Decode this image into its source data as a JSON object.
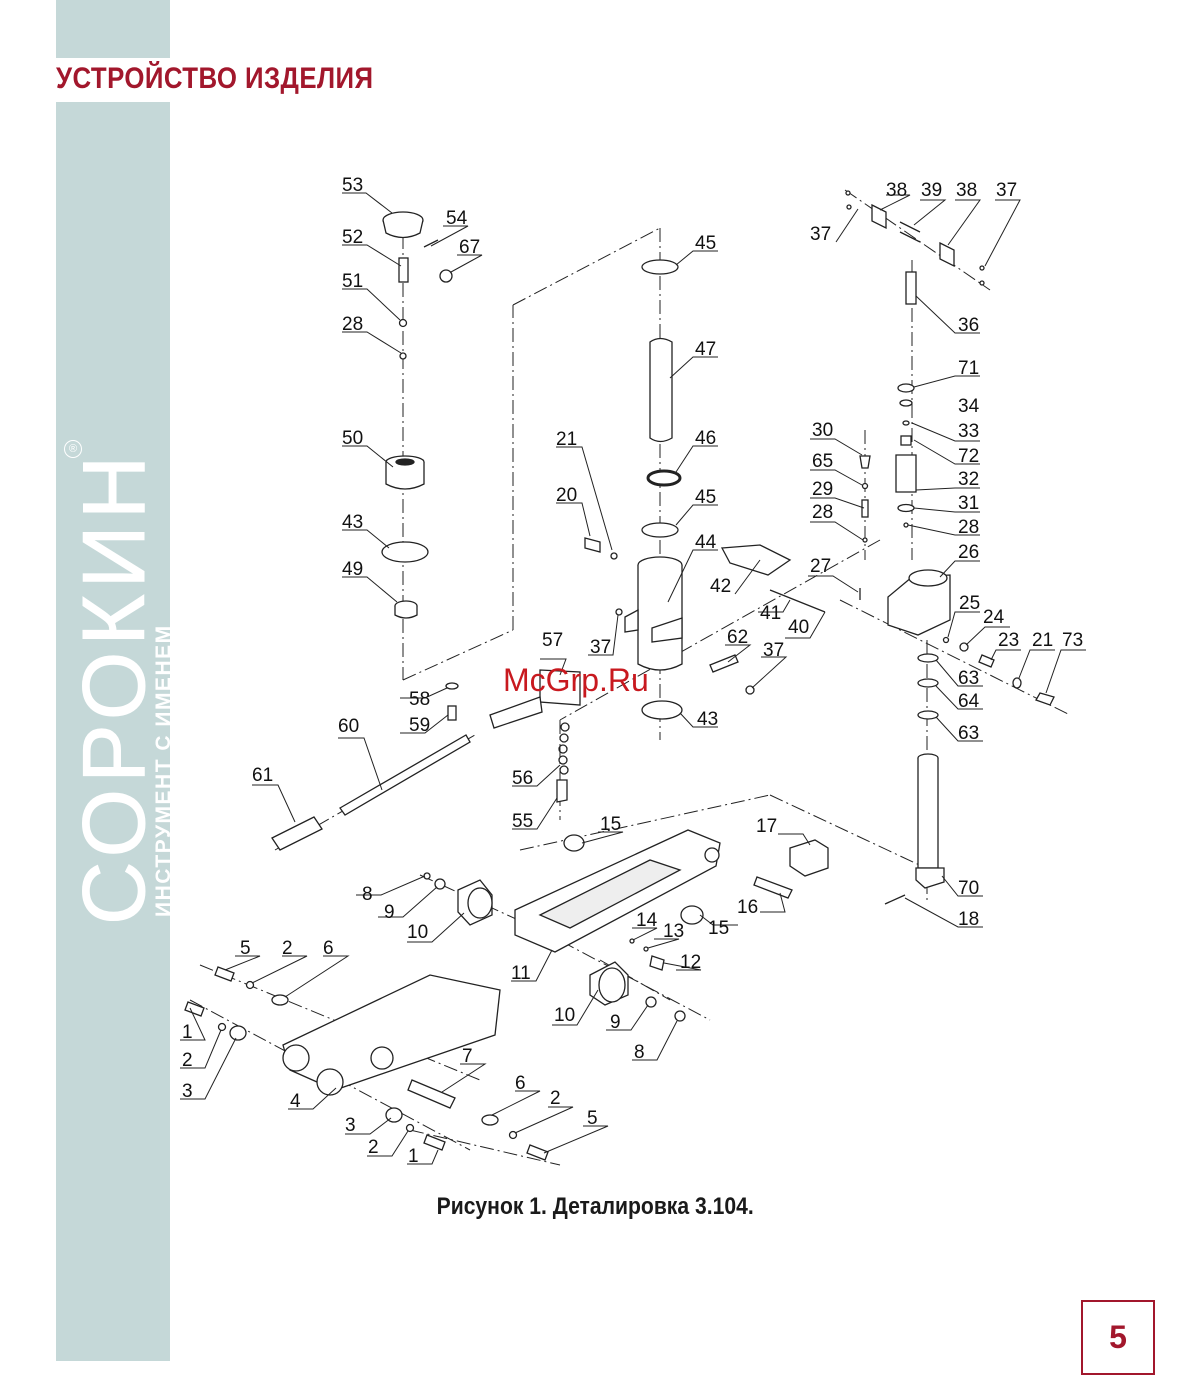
{
  "header": {
    "title": "УСТРОЙСТВО ИЗДЕЛИЯ"
  },
  "brand": {
    "name": "СОРОКИН",
    "tagline": "ИНСТРУМЕНТ С ИМЕНЕМ",
    "registered": "®"
  },
  "watermark": "McGrp.Ru",
  "figure": {
    "caption": "Рисунок 1. Деталировка 3.104.",
    "callouts": [
      {
        "id": "c53",
        "text": "53"
      },
      {
        "id": "c54",
        "text": "54"
      },
      {
        "id": "c52",
        "text": "52"
      },
      {
        "id": "c67",
        "text": "67"
      },
      {
        "id": "c51",
        "text": "51"
      },
      {
        "id": "c28a",
        "text": "28"
      },
      {
        "id": "c50",
        "text": "50"
      },
      {
        "id": "c43a",
        "text": "43"
      },
      {
        "id": "c49",
        "text": "49"
      },
      {
        "id": "c45a",
        "text": "45"
      },
      {
        "id": "c47",
        "text": "47"
      },
      {
        "id": "c46",
        "text": "46"
      },
      {
        "id": "c45b",
        "text": "45"
      },
      {
        "id": "c21a",
        "text": "21"
      },
      {
        "id": "c20",
        "text": "20"
      },
      {
        "id": "c44",
        "text": "44"
      },
      {
        "id": "c42",
        "text": "42"
      },
      {
        "id": "c37a",
        "text": "37"
      },
      {
        "id": "c57",
        "text": "57"
      },
      {
        "id": "c41",
        "text": "41"
      },
      {
        "id": "c40",
        "text": "40"
      },
      {
        "id": "c62",
        "text": "62"
      },
      {
        "id": "c37b",
        "text": "37"
      },
      {
        "id": "c43b",
        "text": "43"
      },
      {
        "id": "c58",
        "text": "58"
      },
      {
        "id": "c59",
        "text": "59"
      },
      {
        "id": "c60",
        "text": "60"
      },
      {
        "id": "c61",
        "text": "61"
      },
      {
        "id": "c56",
        "text": "56"
      },
      {
        "id": "c55",
        "text": "55"
      },
      {
        "id": "c38a",
        "text": "38"
      },
      {
        "id": "c39",
        "text": "39"
      },
      {
        "id": "c38b",
        "text": "38"
      },
      {
        "id": "c37c",
        "text": "37"
      },
      {
        "id": "c37d",
        "text": "37"
      },
      {
        "id": "c36",
        "text": "36"
      },
      {
        "id": "c71",
        "text": "71"
      },
      {
        "id": "c34",
        "text": "34"
      },
      {
        "id": "c33",
        "text": "33"
      },
      {
        "id": "c72",
        "text": "72"
      },
      {
        "id": "c32",
        "text": "32"
      },
      {
        "id": "c31",
        "text": "31"
      },
      {
        "id": "c28b",
        "text": "28"
      },
      {
        "id": "c30",
        "text": "30"
      },
      {
        "id": "c65",
        "text": "65"
      },
      {
        "id": "c29",
        "text": "29"
      },
      {
        "id": "c28c",
        "text": "28"
      },
      {
        "id": "c26",
        "text": "26"
      },
      {
        "id": "c27",
        "text": "27"
      },
      {
        "id": "c25",
        "text": "25"
      },
      {
        "id": "c24",
        "text": "24"
      },
      {
        "id": "c23",
        "text": "23"
      },
      {
        "id": "c21b",
        "text": "21"
      },
      {
        "id": "c73",
        "text": "73"
      },
      {
        "id": "c63a",
        "text": "63"
      },
      {
        "id": "c64",
        "text": "64"
      },
      {
        "id": "c63b",
        "text": "63"
      },
      {
        "id": "c70",
        "text": "70"
      },
      {
        "id": "c18",
        "text": "18"
      },
      {
        "id": "c17",
        "text": "17"
      },
      {
        "id": "c16",
        "text": "16"
      },
      {
        "id": "c15a",
        "text": "15"
      },
      {
        "id": "c15b",
        "text": "15"
      },
      {
        "id": "c14",
        "text": "14"
      },
      {
        "id": "c13",
        "text": "13"
      },
      {
        "id": "c12",
        "text": "12"
      },
      {
        "id": "c11",
        "text": "11"
      },
      {
        "id": "c8a",
        "text": "8"
      },
      {
        "id": "c9a",
        "text": "9"
      },
      {
        "id": "c10a",
        "text": "10"
      },
      {
        "id": "c10b",
        "text": "10"
      },
      {
        "id": "c9b",
        "text": "9"
      },
      {
        "id": "c8b",
        "text": "8"
      },
      {
        "id": "c5a",
        "text": "5"
      },
      {
        "id": "c2a",
        "text": "2"
      },
      {
        "id": "c6a",
        "text": "6"
      },
      {
        "id": "c1a",
        "text": "1"
      },
      {
        "id": "c2b",
        "text": "2"
      },
      {
        "id": "c3a",
        "text": "3"
      },
      {
        "id": "c4",
        "text": "4"
      },
      {
        "id": "c7",
        "text": "7"
      },
      {
        "id": "c6b",
        "text": "6"
      },
      {
        "id": "c2c",
        "text": "2"
      },
      {
        "id": "c5b",
        "text": "5"
      },
      {
        "id": "c3b",
        "text": "3"
      },
      {
        "id": "c2d",
        "text": "2"
      },
      {
        "id": "c1b",
        "text": "1"
      }
    ]
  },
  "page": {
    "number": "5"
  },
  "colors": {
    "accent": "#a2172c",
    "sidebar": "#c5d8d8",
    "watermark": "#c8191f"
  }
}
